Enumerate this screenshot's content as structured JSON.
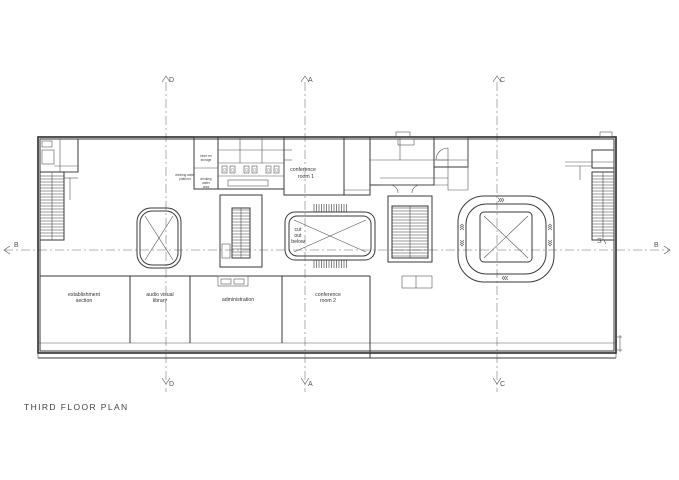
{
  "title": "THIRD FLOOR PLAN",
  "grid_axes": {
    "vertical": [
      "D",
      "A",
      "C"
    ],
    "horizontal": [
      "B"
    ],
    "end_marker": "S"
  },
  "rooms": {
    "establishment": [
      "establishment",
      "section"
    ],
    "audio_visual": [
      "audio visual",
      "library"
    ],
    "administration": [
      "administration"
    ],
    "conference1": [
      "conference",
      "room 1"
    ],
    "conference2": [
      "conference",
      "room 2"
    ],
    "cut_out": [
      "cut",
      "out",
      "below"
    ]
  },
  "small_labels": {
    "drinking_left": [
      "drinking water",
      "platform"
    ],
    "drinking_right": [
      "drinking",
      "water",
      "area"
    ],
    "storage_top": [
      "store rm",
      "storage"
    ]
  }
}
